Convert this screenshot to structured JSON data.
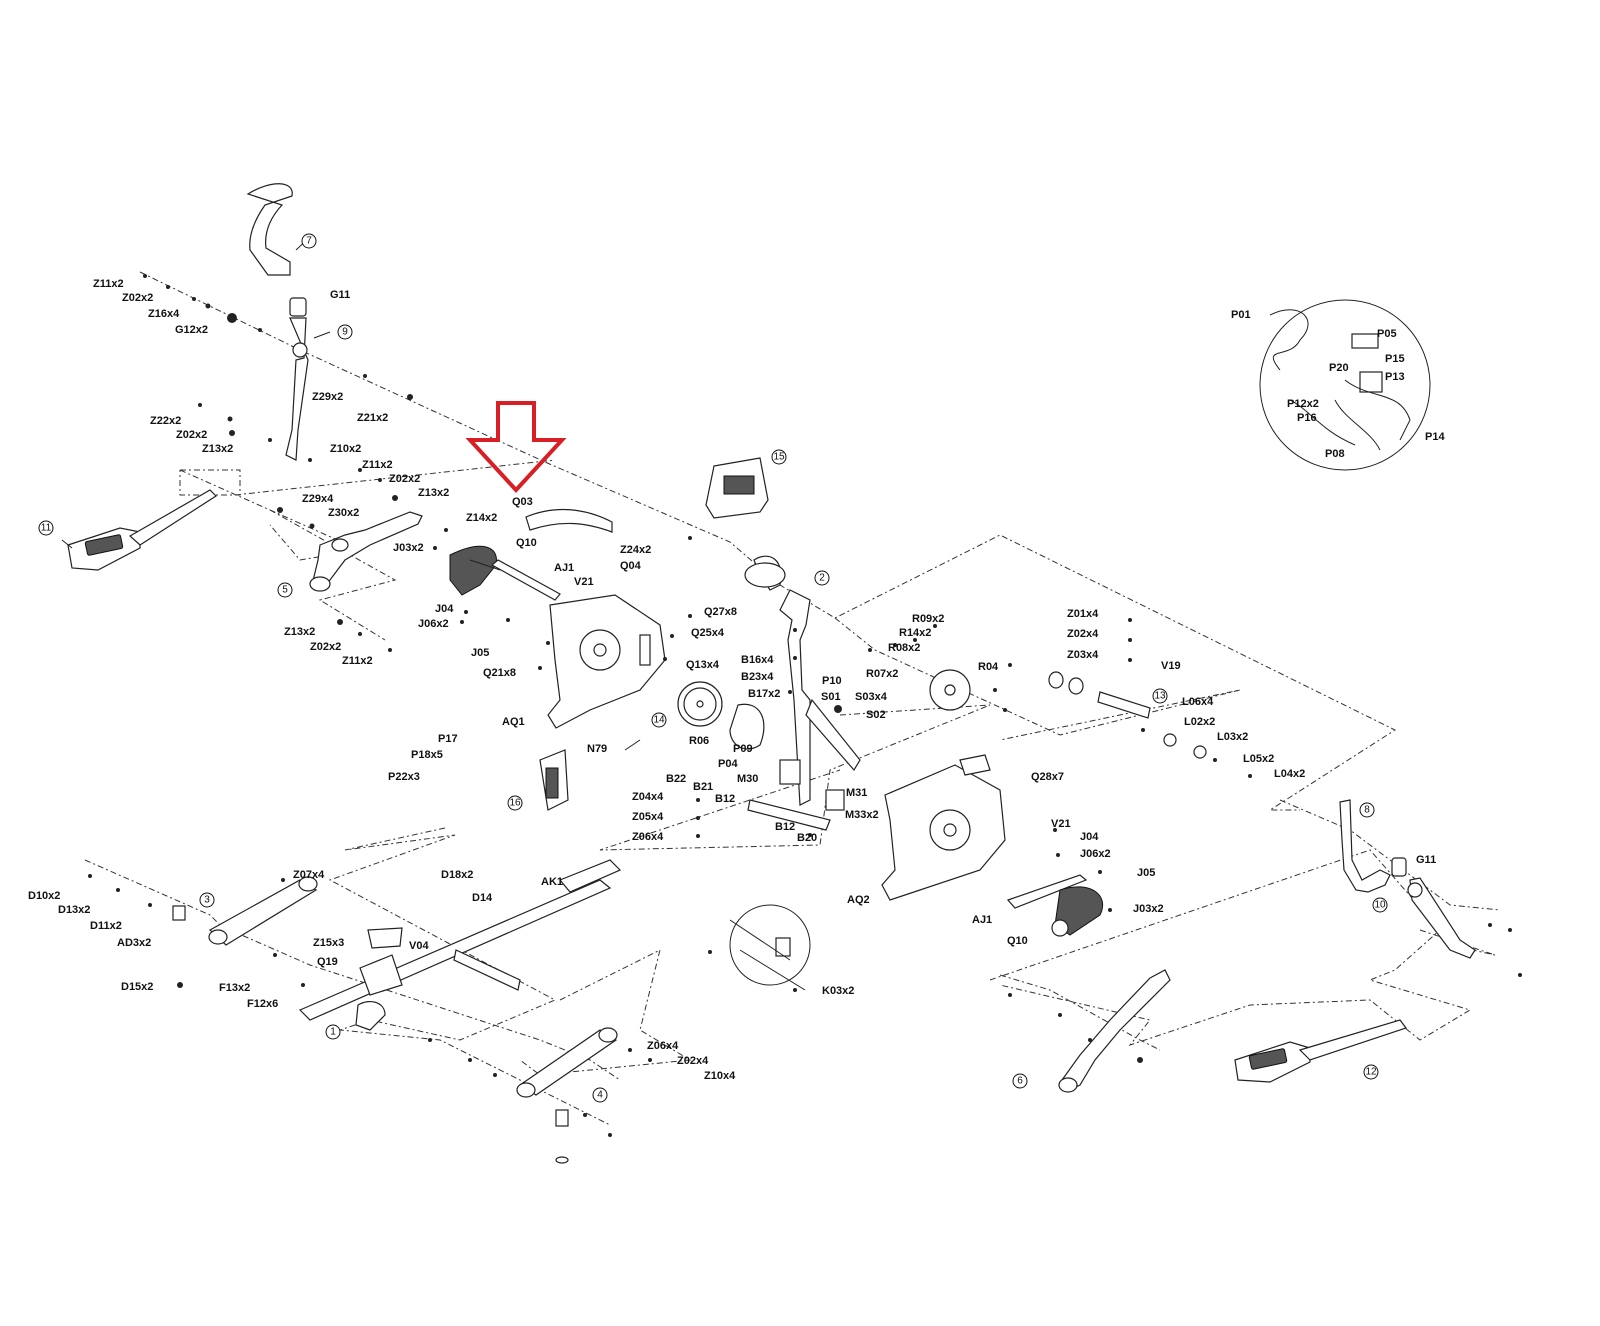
{
  "highlight": {
    "color": "#d81f26",
    "target": "Q03"
  },
  "callouts": [
    "1",
    "2",
    "3",
    "4",
    "5",
    "6",
    "7",
    "8",
    "9",
    "10",
    "11",
    "12",
    "13",
    "14",
    "15",
    "16"
  ],
  "labels": {
    "left_handle": [
      "Z11x2",
      "Z02x2",
      "Z16x4",
      "G12x2",
      "G11",
      "Z29x2",
      "Z21x2",
      "Z22x2",
      "Z02x2",
      "Z13x2",
      "Z10x2"
    ],
    "left_pedal": [
      "Z11x2",
      "Z02x2",
      "Z13x2",
      "Z29x4",
      "Z30x2",
      "Z14x2",
      "Q03",
      "Q10",
      "J03x2",
      "AJ1",
      "V21",
      "J04",
      "J06x2",
      "J05",
      "Z13x2",
      "Z02x2",
      "Z11x2"
    ],
    "left_cover": [
      "Q27x8",
      "Q25x4",
      "Q13x4",
      "Q21x8",
      "AQ1",
      "Z24x2",
      "Q04"
    ],
    "console": [
      "B16x4",
      "B23x4",
      "P10",
      "B17x2",
      "S01",
      "S03x4",
      "S02",
      "R06",
      "P09",
      "P04",
      "M30",
      "B22",
      "B21",
      "B12",
      "Z04x4",
      "Z05x4",
      "Z06x4",
      "M31",
      "M33x2",
      "B12",
      "B20",
      "N79",
      "P17",
      "P18x5",
      "P22x3"
    ],
    "drive": [
      "R09x2",
      "R14x2",
      "R08x2",
      "R07x2",
      "R04",
      "Z01x4",
      "Z02x4",
      "Z03x4",
      "V19",
      "L06x4",
      "L02x2",
      "L03x2",
      "L05x2",
      "L04x2",
      "Q28x7"
    ],
    "right_cover": [
      "V21",
      "J04",
      "J06x2",
      "J05",
      "J03x2",
      "AJ1",
      "Q10",
      "AQ2",
      "G11"
    ],
    "base": [
      "D10x2",
      "D13x2",
      "D11x2",
      "AD3x2",
      "D15x2",
      "Z07x4",
      "D18x2",
      "D14",
      "AK1",
      "Z15x3",
      "V04",
      "Q19",
      "F13x2",
      "F12x6",
      "Z06x4",
      "Z02x4",
      "Z10x4",
      "K03x2"
    ],
    "wiring": [
      "P01",
      "P05",
      "P20",
      "P15",
      "P13",
      "P12x2",
      "P16",
      "P14",
      "P08"
    ]
  }
}
